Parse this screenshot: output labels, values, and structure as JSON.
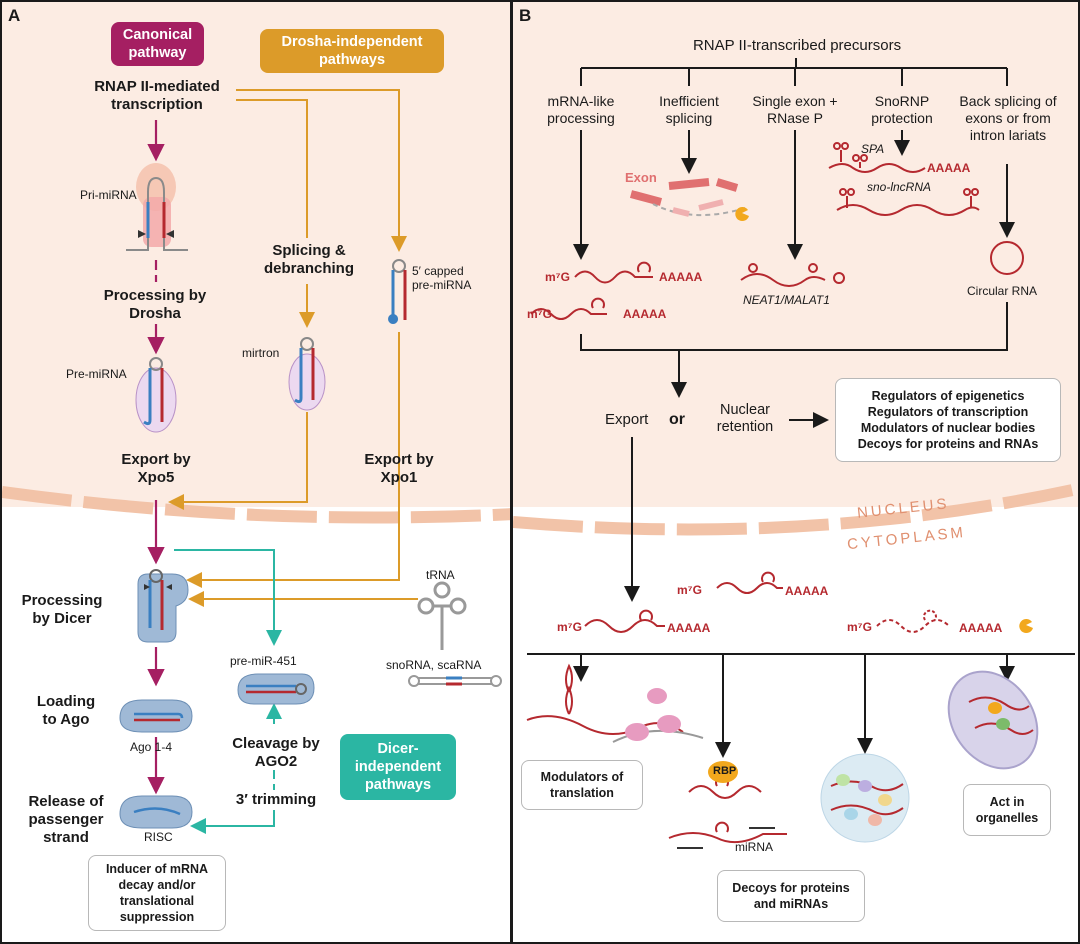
{
  "panel_a": {
    "letter": "A",
    "canonical_pill": "Canonical pathway",
    "drosha_indep_pill": "Drosha-independent pathways",
    "transcription": "RNAP II-mediated transcription",
    "pri_mirna": "Pri-miRNA",
    "processing_drosha": "Processing by Drosha",
    "pre_mirna": "Pre-miRNA",
    "splicing": "Splicing & debranching",
    "mirtron": "mirtron",
    "capped": "5′ capped pre-miRNA",
    "export_xpo5": "Export by Xpo5",
    "export_xpo1": "Export by Xpo1",
    "processing_dicer": "Processing by Dicer",
    "trna": "tRNA",
    "snorna": "snoRNA, scaRNA",
    "pre_mir451": "pre-miR-451",
    "loading": "Loading to Ago",
    "ago": "Ago 1-4",
    "cleavage": "Cleavage by AGO2",
    "dicer_indep_pill": "Dicer-independent pathways",
    "trimming": "3′ trimming",
    "release": "Release of passenger strand",
    "risc": "RISC",
    "inducer_box": "Inducer of mRNA decay and/or translational suppression"
  },
  "panel_b": {
    "letter": "B",
    "header": "RNAP II-transcribed precursors",
    "col1": "mRNA-like processing",
    "col2": "Inefficient splicing",
    "col3": "Single exon + RNase P",
    "col4": "SnoRNP protection",
    "col5": "Back splicing of exons or from intron lariats",
    "exon": "Exon",
    "spa": "SPA",
    "sno_lncrna": "sno-lncRNA",
    "m7g": "m⁷G",
    "polya": "AAAAA",
    "neat1": "NEAT1/MALAT1",
    "circular": "Circular RNA",
    "export": "Export",
    "or": "or",
    "retention": "Nuclear retention",
    "regulators": [
      "Regulators of epigenetics",
      "Regulators of transcription",
      "Modulators of nuclear bodies",
      "Decoys for proteins and RNAs"
    ],
    "nucleus": "NUCLEUS",
    "cytoplasm": "CYTOPLASM",
    "modulators_box": "Modulators of translation",
    "rbp": "RBP",
    "mirna": "miRNA",
    "decoys_box": "Decoys for proteins and miRNAs",
    "organelles_box": "Act in organelles"
  },
  "colors": {
    "nucleus_bg": "#fcece3",
    "membrane": "#f2c3a8",
    "canonical": "#a51f62",
    "drosha_indep": "#dc9b29",
    "dicer_indep": "#2bb6a3",
    "rna_red": "#b5292f",
    "rna_blue": "#3a7fc1",
    "protein_blue": "#9fb9d6"
  }
}
